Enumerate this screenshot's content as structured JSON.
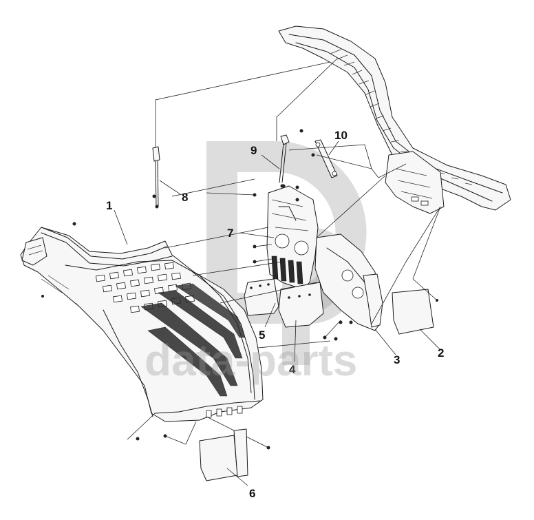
{
  "diagram": {
    "callouts": [
      {
        "id": "1",
        "label": "1"
      },
      {
        "id": "2",
        "label": "2"
      },
      {
        "id": "3",
        "label": "3"
      },
      {
        "id": "4",
        "label": "4"
      },
      {
        "id": "5",
        "label": "5"
      },
      {
        "id": "6",
        "label": "6"
      },
      {
        "id": "7",
        "label": "7"
      },
      {
        "id": "8",
        "label": "8"
      },
      {
        "id": "9",
        "label": "9"
      },
      {
        "id": "10",
        "label": "10"
      }
    ],
    "watermark": {
      "text": "data-parts",
      "logo": "dp-logo"
    },
    "colors": {
      "line": "#1a1a1a",
      "watermark": "#9a9a9a",
      "background": "#ffffff"
    }
  }
}
